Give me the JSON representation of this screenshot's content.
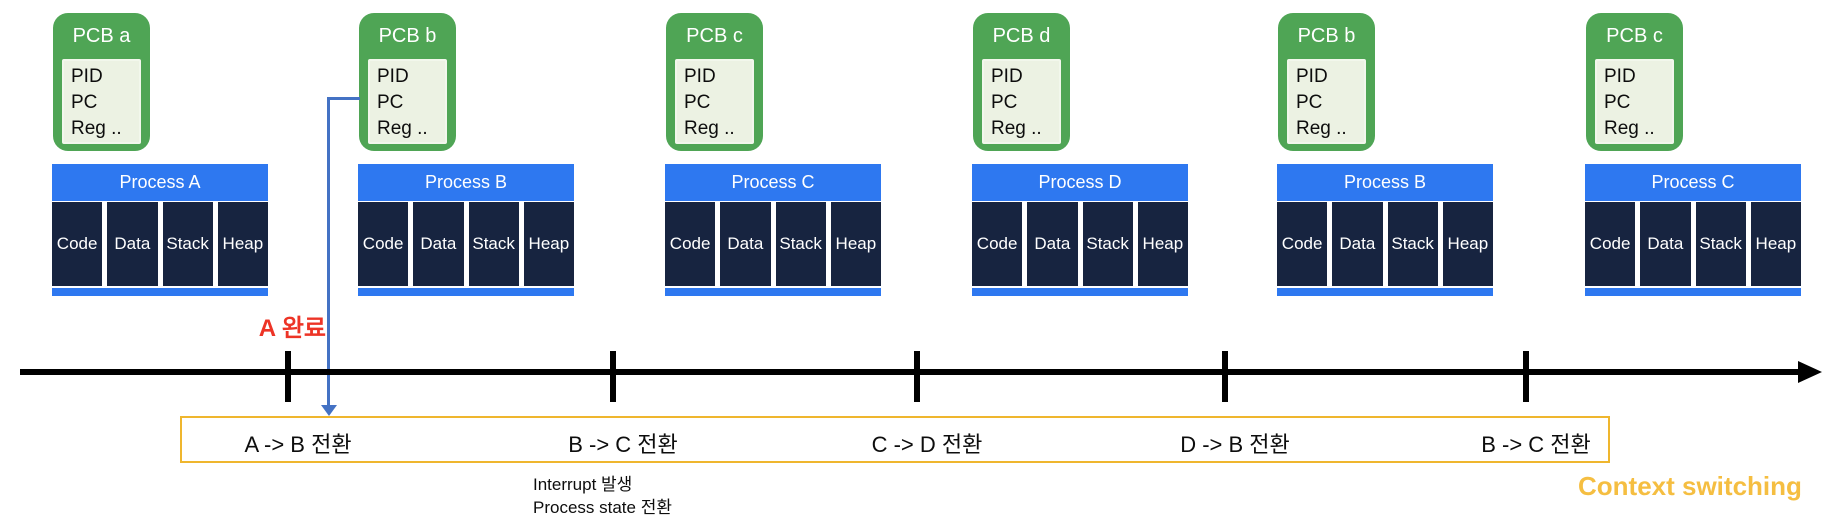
{
  "pcb_fields": [
    "PID",
    "PC",
    "Reg .."
  ],
  "segments": [
    "Code",
    "Data",
    "Stack",
    "Heap"
  ],
  "groups": [
    {
      "pcb": "PCB a",
      "process": "Process A"
    },
    {
      "pcb": "PCB b",
      "process": "Process B"
    },
    {
      "pcb": "PCB c",
      "process": "Process C"
    },
    {
      "pcb": "PCB d",
      "process": "Process D"
    },
    {
      "pcb": "PCB b",
      "process": "Process B"
    },
    {
      "pcb": "PCB c",
      "process": "Process C"
    }
  ],
  "transitions": [
    "A -> B 전환",
    "B -> C 전환",
    "C -> D 전환",
    "D -> B 전환",
    "B -> C 전환"
  ],
  "annotations": {
    "a_complete": "A 완료",
    "interrupt_line1": "Interrupt 발생",
    "interrupt_line2": "Process state 전환",
    "context_switching": "Context switching"
  },
  "colors": {
    "pcb_green": "#4fa555",
    "pcb_inner": "#ecf2e3",
    "process_blue": "#2e78f0",
    "segment_navy": "#172440",
    "timeline_black": "#000000",
    "connector_blue": "#4472c4",
    "box_gold": "#efb62e",
    "context_gold": "#f5be41",
    "complete_red": "#ed3426"
  }
}
